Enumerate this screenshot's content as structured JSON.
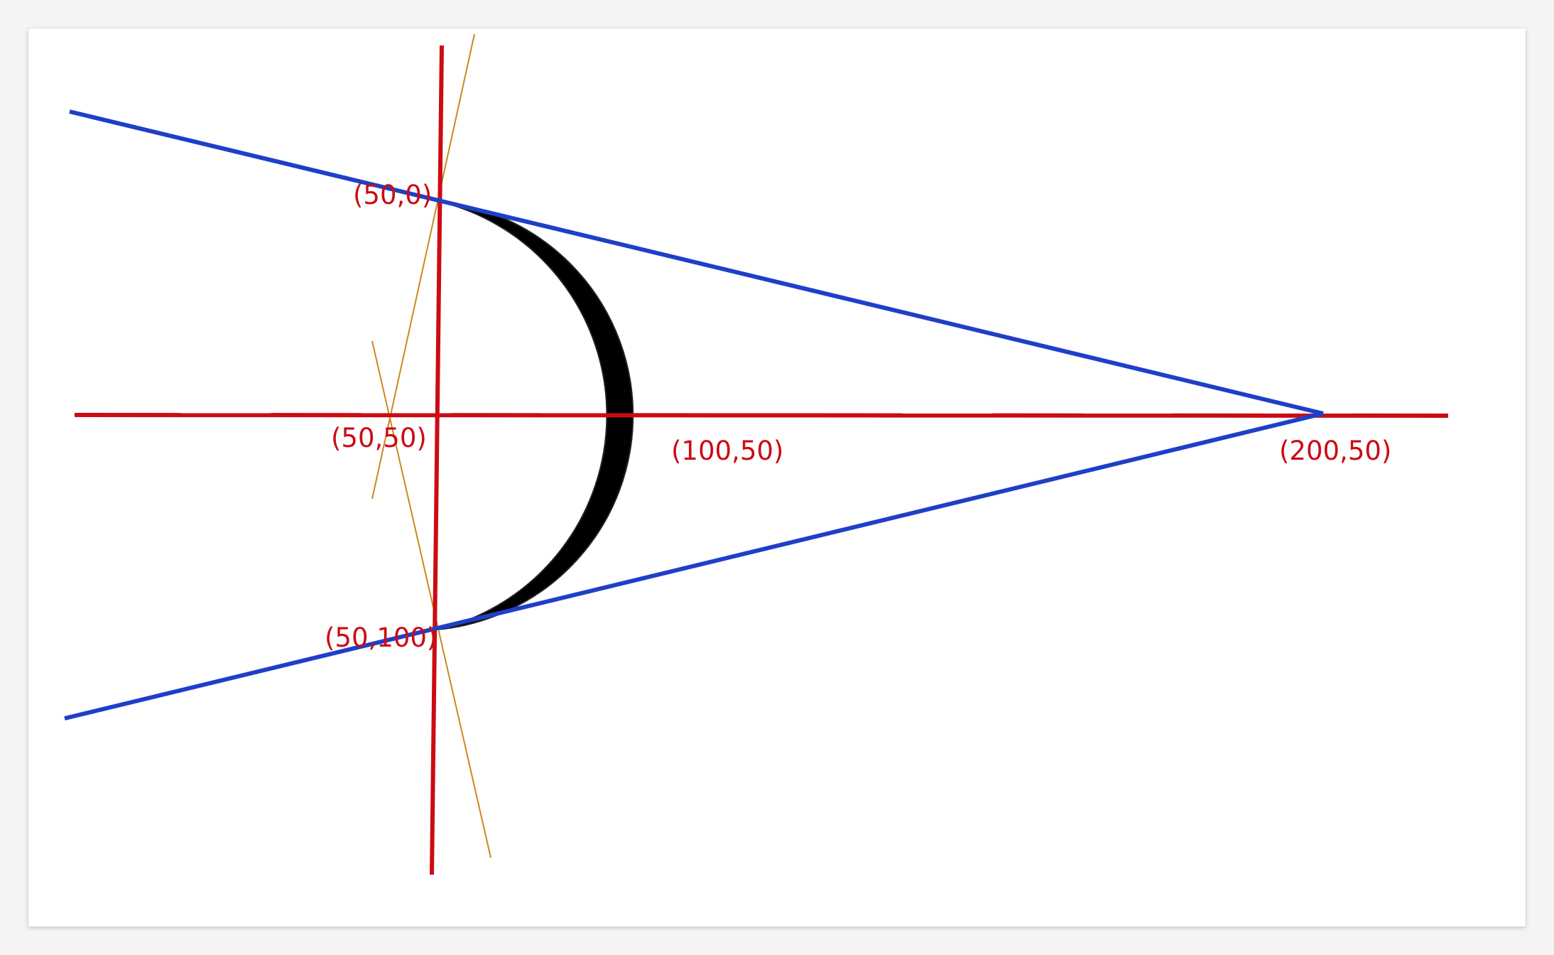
{
  "colors": {
    "axis": "#cc0b13",
    "tangent": "#1f3fc8",
    "construction": "#c98a1e",
    "crescent": "#000000",
    "label": "#cc0b13",
    "background": "#ffffff"
  },
  "labels": {
    "p_top": "(50,0)",
    "p_center": "(50,50)",
    "p_right_edge": "(100,50)",
    "p_apex": "(200,50)",
    "p_bottom": "(50,100)"
  }
}
